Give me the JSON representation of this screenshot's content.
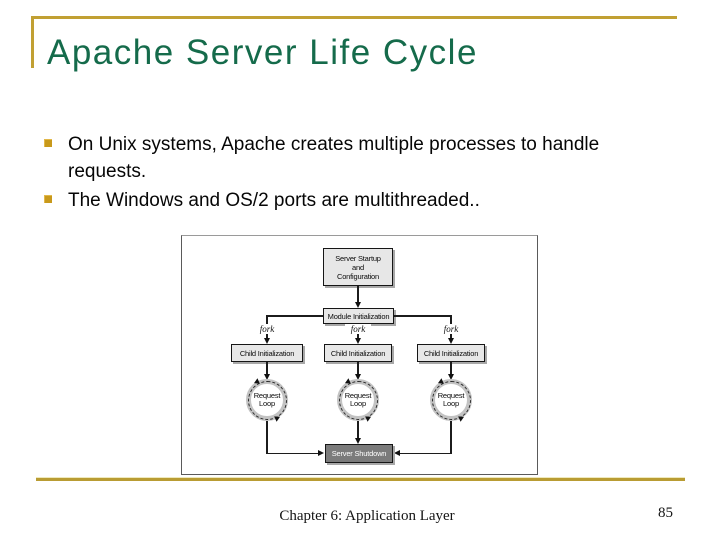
{
  "slide": {
    "title": "Apache Server Life Cycle",
    "bullets": [
      {
        "text": "On Unix systems, Apache creates multiple processes to handle requests."
      },
      {
        "text": "The Windows and OS/2 ports are multithreaded.."
      }
    ],
    "footer": {
      "chapter": "Chapter 6: Application Layer",
      "page_number": "85"
    }
  },
  "diagram": {
    "nodes": {
      "server_startup": "Server Startup\nand\nConfiguration",
      "module_initialization": "Module Initialization",
      "child_initialization": "Child Initialization",
      "request_loop": "Request\nLoop",
      "server_shutdown": "Server Shutdown"
    },
    "edge_label_fork": "fork",
    "flow": "startup -> module init -> fork x3 -> child init -> request loop -> server shutdown"
  },
  "colors": {
    "title_green": "#156B4B",
    "accent_gold": "#C1A033",
    "bullet_gold": "#C8991B",
    "shutdown_gray": "#7B7B7B"
  }
}
